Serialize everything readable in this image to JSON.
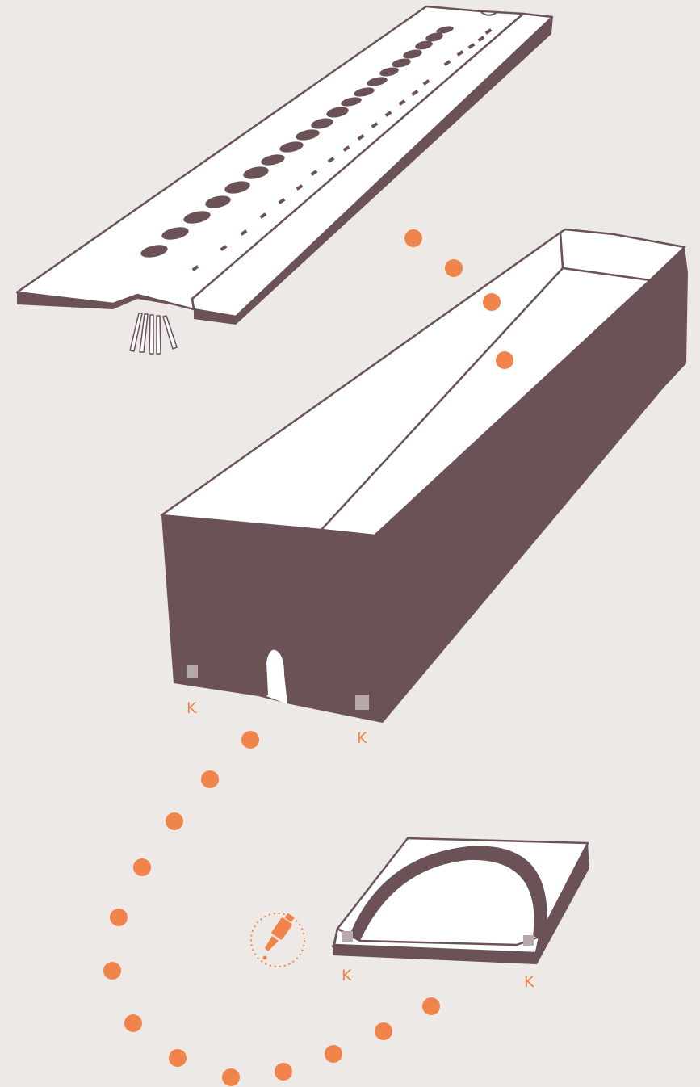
{
  "colors": {
    "background": "#ECE9E6",
    "body": "#6B5257",
    "panel": "#FFFFFF",
    "outline": "#6B5257",
    "accent": "#F0844A",
    "pad": "#B7A9AC"
  },
  "labels": {
    "k_box_left": "K",
    "k_box_right": "K",
    "k_cap_left": "K",
    "k_cap_right": "K"
  },
  "icons": {
    "glue": "glue-bottle-icon"
  }
}
